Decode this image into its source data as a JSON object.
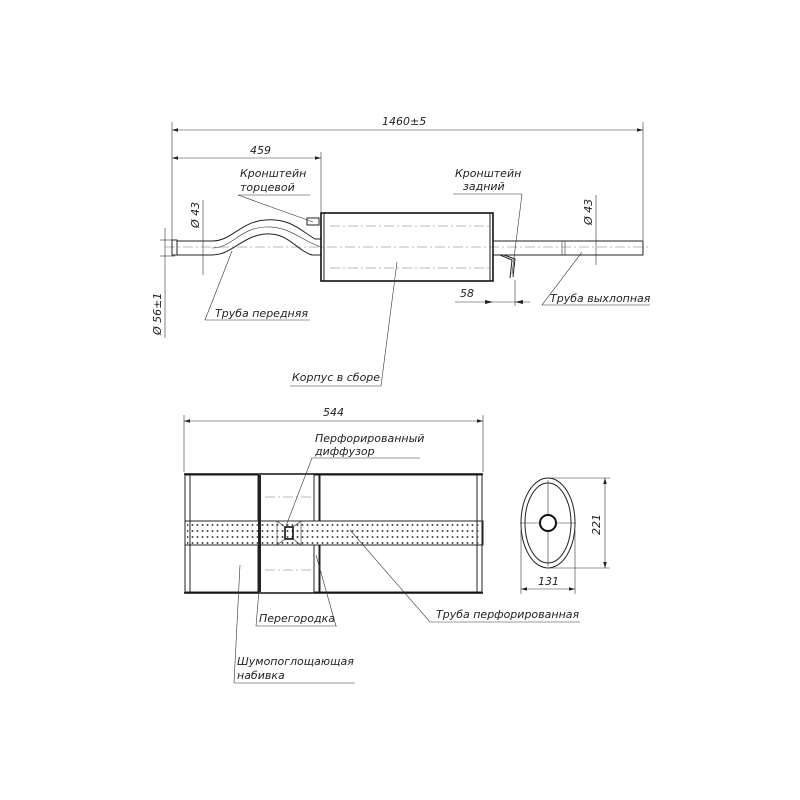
{
  "top_view": {
    "dim_overall": "1460±5",
    "dim_front": "459",
    "dim_bracket": "58",
    "dim_inlet_dia": "Ø 43",
    "dim_flange_dia": "Ø 56±1",
    "dim_outlet_dia": "Ø 43",
    "label_end_bracket": [
      "Кронштейн",
      "торцевой"
    ],
    "label_rear_bracket": [
      "Кронштейн",
      "задний"
    ],
    "label_front_pipe": "Труба передняя",
    "label_exhaust_pipe": "Труба выхлопная",
    "label_body": "Корпус в сборе"
  },
  "section_view": {
    "dim_length": "544",
    "label_diffuser": [
      "Перфорированный",
      "диффузор"
    ],
    "label_partition": "Перегородка",
    "label_perforated_pipe": "Труба перфорированная",
    "label_packing": [
      "Шумопоглощающая",
      "набивка"
    ]
  },
  "end_view": {
    "dim_height": "221",
    "dim_width": "131"
  }
}
